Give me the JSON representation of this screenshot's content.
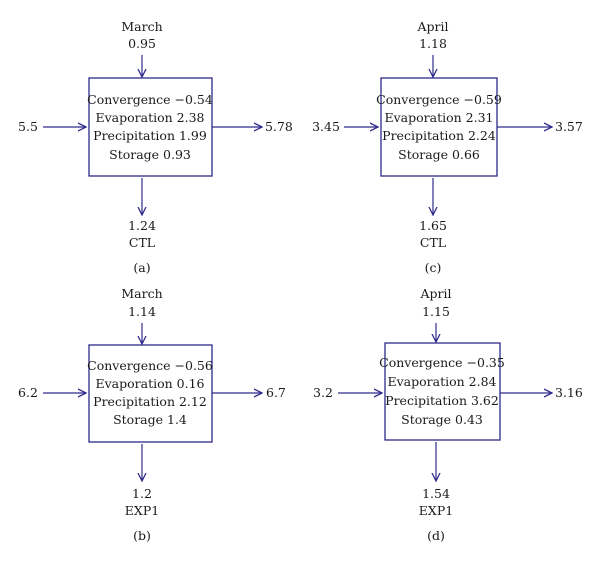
{
  "colors": {
    "arrow": "#2e2a8c",
    "box_border": "#2e2a8c",
    "text": "#1a1a1a"
  },
  "panels": [
    {
      "id": "a",
      "panel_label": "(a)",
      "month": "March",
      "top_value": "0.95",
      "left_value": "5.5",
      "right_value": "5.78",
      "bottom_value": "1.24",
      "experiment": "CTL",
      "box_lines": [
        "Convergence −0.54",
        "Evaporation 2.38",
        "Precipitation 1.99",
        "Storage 0.93"
      ]
    },
    {
      "id": "c",
      "panel_label": "(c)",
      "month": "April",
      "top_value": "1.18",
      "left_value": "3.45",
      "right_value": "3.57",
      "bottom_value": "1.65",
      "experiment": "CTL",
      "box_lines": [
        "Convergence −0.59",
        "Evaporation 2.31",
        "Precipitation 2.24",
        "Storage 0.66"
      ]
    },
    {
      "id": "b",
      "panel_label": "(b)",
      "month": "March",
      "top_value": "1.14",
      "left_value": "6.2",
      "right_value": "6.7",
      "bottom_value": "1.2",
      "experiment": "EXP1",
      "box_lines": [
        "Convergence −0.56",
        "Evaporation 0.16",
        "Precipitation 2.12",
        "Storage 1.4"
      ]
    },
    {
      "id": "d",
      "panel_label": "(d)",
      "month": "April",
      "top_value": "1.15",
      "left_value": "3.2",
      "right_value": "3.16",
      "bottom_value": "1.54",
      "experiment": "EXP1",
      "box_lines": [
        "Convergence −0.35",
        "Evaporation 2.84",
        "Precipitation 3.62",
        "Storage 0.43"
      ]
    }
  ]
}
